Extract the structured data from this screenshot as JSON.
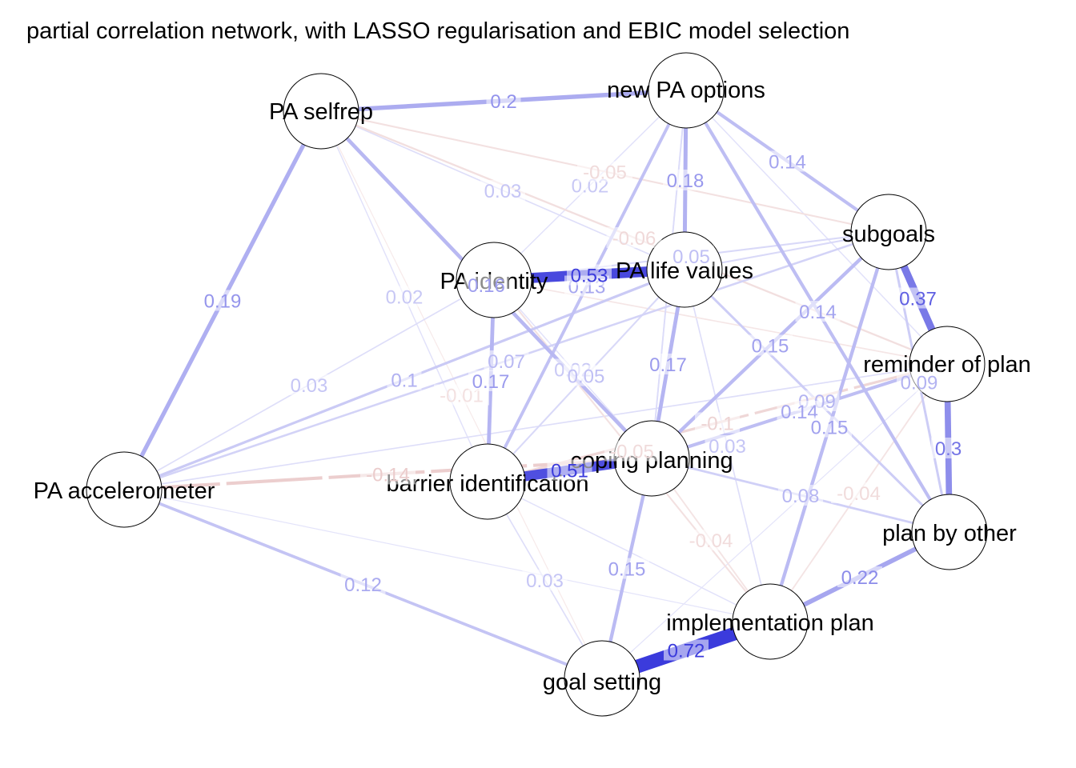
{
  "title": "partial correlation network, with LASSO regularisation and EBIC model selection",
  "colors": {
    "positive": "#3b3bdc",
    "negative": "#d9a0a0",
    "node_fill": "#ffffff",
    "node_stroke": "#000000"
  },
  "nodes": [
    {
      "id": "pa_selfrep",
      "label": "PA selfrep"
    },
    {
      "id": "new_pa_options",
      "label": "new PA options"
    },
    {
      "id": "subgoals",
      "label": "subgoals"
    },
    {
      "id": "pa_identity",
      "label": "PA identity"
    },
    {
      "id": "pa_life_values",
      "label": "PA life values"
    },
    {
      "id": "reminder_of_plan",
      "label": "reminder of plan"
    },
    {
      "id": "pa_accelerometer",
      "label": "PA accelerometer"
    },
    {
      "id": "barrier_identification",
      "label": "barrier identification"
    },
    {
      "id": "coping_planning",
      "label": "coping planning"
    },
    {
      "id": "plan_by_other",
      "label": "plan by other"
    },
    {
      "id": "implementation_plan",
      "label": "implementation plan"
    },
    {
      "id": "goal_setting",
      "label": "goal setting"
    }
  ],
  "edges": [
    {
      "from": "goal_setting",
      "to": "implementation_plan",
      "weight": 0.72,
      "label": "0.72",
      "show_label": true
    },
    {
      "from": "pa_identity",
      "to": "pa_life_values",
      "weight": 0.53,
      "label": "0.53",
      "show_label": true
    },
    {
      "from": "barrier_identification",
      "to": "coping_planning",
      "weight": 0.51,
      "label": "0.51",
      "show_label": true
    },
    {
      "from": "subgoals",
      "to": "reminder_of_plan",
      "weight": 0.37,
      "label": "0.37",
      "show_label": true
    },
    {
      "from": "reminder_of_plan",
      "to": "plan_by_other",
      "weight": 0.3,
      "label": "0.3",
      "show_label": true
    },
    {
      "from": "plan_by_other",
      "to": "implementation_plan",
      "weight": 0.22,
      "label": "0.22",
      "show_label": true
    },
    {
      "from": "pa_selfrep",
      "to": "new_pa_options",
      "weight": 0.2,
      "label": "0.2",
      "show_label": true
    },
    {
      "from": "pa_selfrep",
      "to": "pa_accelerometer",
      "weight": 0.19,
      "label": "0.19",
      "show_label": true
    },
    {
      "from": "new_pa_options",
      "to": "pa_life_values",
      "weight": 0.18,
      "label": "0.18",
      "show_label": true
    },
    {
      "from": "pa_identity",
      "to": "barrier_identification",
      "weight": 0.17,
      "label": "0.17",
      "show_label": true
    },
    {
      "from": "pa_life_values",
      "to": "coping_planning",
      "weight": 0.17,
      "label": "0.17",
      "show_label": true
    },
    {
      "from": "pa_selfrep",
      "to": "coping_planning",
      "weight": 0.16,
      "label": "0.16",
      "show_label": true
    },
    {
      "from": "subgoals",
      "to": "implementation_plan",
      "weight": 0.15,
      "label": "0.15",
      "show_label": true
    },
    {
      "from": "coping_planning",
      "to": "goal_setting",
      "weight": 0.15,
      "label": "0.15",
      "show_label": true
    },
    {
      "from": "subgoals",
      "to": "coping_planning",
      "weight": 0.15,
      "label": "0.15",
      "show_label": true
    },
    {
      "from": "new_pa_options",
      "to": "plan_by_other",
      "weight": 0.14,
      "label": "0.14",
      "show_label": true
    },
    {
      "from": "new_pa_options",
      "to": "subgoals",
      "weight": 0.14,
      "label": "0.14",
      "show_label": true
    },
    {
      "from": "reminder_of_plan",
      "to": "coping_planning",
      "weight": 0.14,
      "label": "0.14",
      "show_label": true
    },
    {
      "from": "new_pa_options",
      "to": "barrier_identification",
      "weight": 0.13,
      "label": "0.13",
      "show_label": true
    },
    {
      "from": "pa_accelerometer",
      "to": "goal_setting",
      "weight": 0.12,
      "label": "0.12",
      "show_label": true
    },
    {
      "from": "pa_accelerometer",
      "to": "pa_life_values",
      "weight": 0.1,
      "label": "0.1",
      "show_label": true
    },
    {
      "from": "reminder_of_plan",
      "to": "barrier_identification",
      "weight": -0.1,
      "label": "-0.1",
      "show_label": true
    },
    {
      "from": "pa_accelerometer",
      "to": "coping_planning",
      "weight": -0.14,
      "label": "-0.14",
      "show_label": true
    },
    {
      "from": "subgoals",
      "to": "plan_by_other",
      "weight": 0.09,
      "label": "0.09",
      "show_label": true
    },
    {
      "from": "pa_life_values",
      "to": "plan_by_other",
      "weight": 0.09,
      "label": "0.09",
      "show_label": true
    },
    {
      "from": "coping_planning",
      "to": "plan_by_other",
      "weight": 0.08,
      "label": "0.08",
      "show_label": true
    },
    {
      "from": "pa_selfrep",
      "to": "reminder_of_plan",
      "weight": -0.06,
      "label": "-0.06",
      "show_label": true
    },
    {
      "from": "pa_selfrep",
      "to": "subgoals",
      "weight": -0.05,
      "label": "-0.05",
      "show_label": true
    },
    {
      "from": "pa_identity",
      "to": "subgoals",
      "weight": 0.05,
      "label": "0.05",
      "show_label": true
    },
    {
      "from": "pa_identity",
      "to": "implementation_plan",
      "weight": -0.05,
      "label": "-0.05",
      "show_label": true
    },
    {
      "from": "pa_life_values",
      "to": "barrier_identification",
      "weight": 0.05,
      "label": "0.05",
      "show_label": true
    },
    {
      "from": "coping_planning",
      "to": "implementation_plan",
      "weight": -0.04,
      "label": "-0.04",
      "show_label": true
    },
    {
      "from": "implementation_plan",
      "to": "reminder_of_plan",
      "weight": -0.04,
      "label": "-0.04",
      "show_label": true
    },
    {
      "from": "pa_selfrep",
      "to": "pa_life_values",
      "weight": 0.03,
      "label": "0.03",
      "show_label": true
    },
    {
      "from": "pa_life_values",
      "to": "implementation_plan",
      "weight": 0.03,
      "label": "0.03",
      "show_label": true
    },
    {
      "from": "barrier_identification",
      "to": "goal_setting",
      "weight": 0.03,
      "label": "0.03",
      "show_label": true
    },
    {
      "from": "pa_accelerometer",
      "to": "pa_identity",
      "weight": 0.03,
      "label": "0.03",
      "show_label": true
    },
    {
      "from": "pa_selfrep",
      "to": "barrier_identification",
      "weight": 0.02,
      "label": "0.02",
      "show_label": true
    },
    {
      "from": "new_pa_options",
      "to": "pa_identity",
      "weight": 0.02,
      "label": "0.02",
      "show_label": true
    },
    {
      "from": "pa_selfrep",
      "to": "goal_setting",
      "weight": -0.01,
      "label": "-0.01",
      "show_label": true
    },
    {
      "from": "pa_accelerometer",
      "to": "subgoals",
      "weight": 0.07,
      "label": "0.07",
      "show_label": true
    },
    {
      "from": "pa_identity",
      "to": "coping_planning",
      "weight": 0.02,
      "label": "0.02",
      "show_label": true
    },
    {
      "from": "barrier_identification",
      "to": "implementation_plan",
      "weight": 0.02,
      "label": "",
      "show_label": false
    },
    {
      "from": "pa_accelerometer",
      "to": "reminder_of_plan",
      "weight": 0.03,
      "label": "",
      "show_label": false
    },
    {
      "from": "pa_accelerometer",
      "to": "implementation_plan",
      "weight": 0.01,
      "label": "",
      "show_label": false
    },
    {
      "from": "new_pa_options",
      "to": "reminder_of_plan",
      "weight": 0.02,
      "label": "",
      "show_label": false
    },
    {
      "from": "new_pa_options",
      "to": "coping_planning",
      "weight": 0.03,
      "label": "",
      "show_label": false
    },
    {
      "from": "subgoals",
      "to": "pa_life_values",
      "weight": 0.05,
      "label": "",
      "show_label": false
    },
    {
      "from": "pa_identity",
      "to": "reminder_of_plan",
      "weight": -0.03,
      "label": "",
      "show_label": false
    },
    {
      "from": "coping_planning",
      "to": "new_pa_options",
      "weight": 0.04,
      "label": "",
      "show_label": false
    },
    {
      "from": "reminder_of_plan",
      "to": "goal_setting",
      "weight": 0.01,
      "label": "",
      "show_label": false
    }
  ]
}
